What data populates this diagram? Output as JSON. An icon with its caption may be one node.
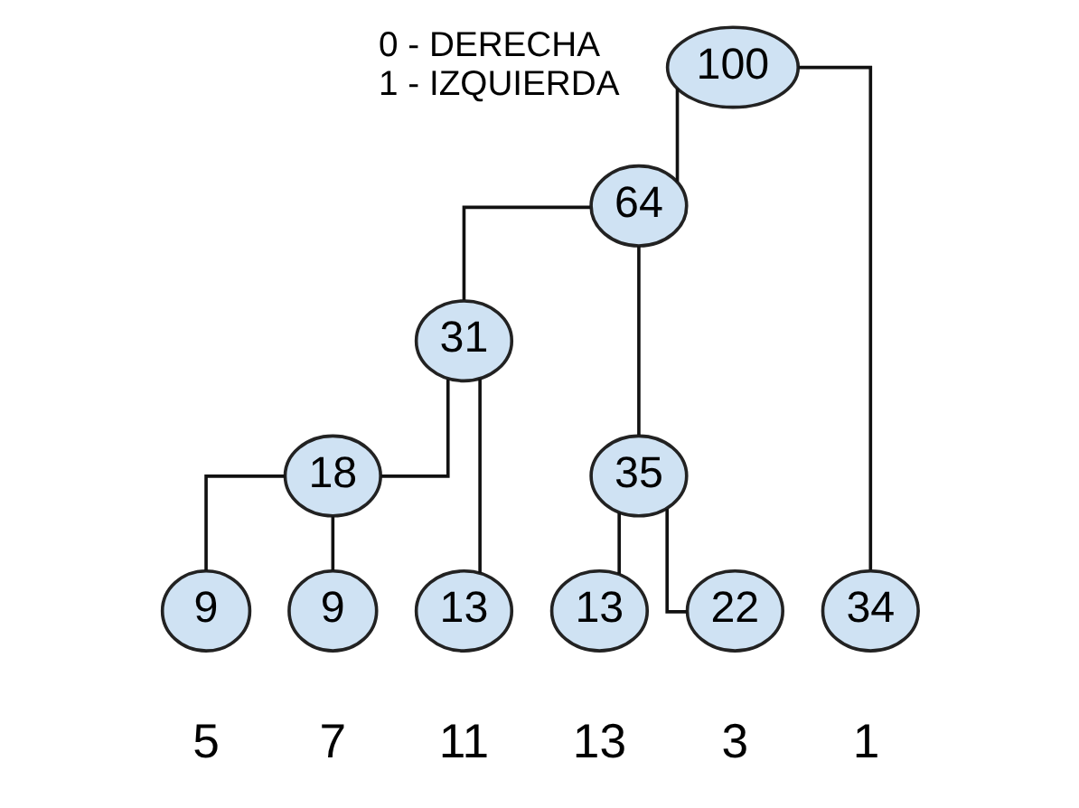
{
  "diagram": {
    "nodes": [
      {
        "text": [
          "100"
        ]
      },
      {
        "text": [
          "64"
        ]
      },
      {
        "text": [
          "31"
        ]
      },
      {
        "text": [
          "35"
        ]
      },
      {
        "text": [
          "18"
        ]
      },
      {
        "text": [
          "9"
        ]
      },
      {
        "text": [
          "9"
        ]
      },
      {
        "text": [
          "13"
        ]
      },
      {
        "text": [
          "13"
        ]
      },
      {
        "text": [
          "22"
        ]
      },
      {
        "text": [
          "34"
        ]
      }
    ],
    "edges": [
      {
        "from": 0,
        "to": 1,
        "arrow": "none"
      },
      {
        "from": 0,
        "to": 10,
        "arrow": "none"
      },
      {
        "from": 1,
        "to": 2,
        "arrow": "none"
      },
      {
        "from": 1,
        "to": 3,
        "arrow": "none"
      },
      {
        "from": 2,
        "to": 4,
        "arrow": "none"
      },
      {
        "from": 2,
        "to": 7,
        "arrow": "none"
      },
      {
        "from": 4,
        "to": 5,
        "arrow": "none"
      },
      {
        "from": 4,
        "to": 6,
        "arrow": "none"
      },
      {
        "from": 3,
        "to": 8,
        "arrow": "none"
      },
      {
        "from": 3,
        "to": 9,
        "arrow": "none"
      }
    ],
    "labels": [
      "0 - DERECHA",
      "1 - IZQUIERDA",
      "5",
      "7",
      "11",
      "13",
      "3",
      "1"
    ]
  }
}
